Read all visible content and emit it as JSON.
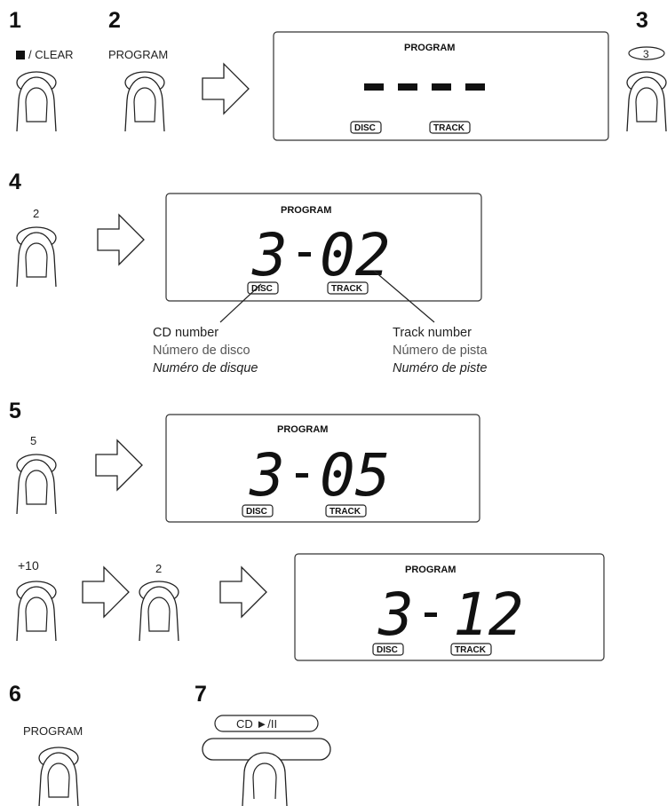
{
  "steps": {
    "s1": "1",
    "s2": "2",
    "s3": "3",
    "s4": "4",
    "s5": "5",
    "s6": "6",
    "s7": "7"
  },
  "buttons": {
    "clear_label": "/ CLEAR",
    "program_label": "PROGRAM",
    "key_3": "3",
    "key_2": "2",
    "key_5": "5",
    "key_plus10": "+10",
    "key_2b": "2",
    "program_label_6": "PROGRAM",
    "cd_play_label": "CD ►/II"
  },
  "displays": [
    {
      "title": "PROGRAM",
      "disc_digit": "-",
      "sep": "-",
      "track": "- -",
      "disc_label": "DISC",
      "track_label": "TRACK"
    },
    {
      "title": "PROGRAM",
      "disc_digit": "3",
      "sep": "-",
      "track": "02",
      "disc_label": "DISC",
      "track_label": "TRACK"
    },
    {
      "title": "PROGRAM",
      "disc_digit": "3",
      "sep": "-",
      "track": "05",
      "disc_label": "DISC",
      "track_label": "TRACK"
    },
    {
      "title": "PROGRAM",
      "disc_digit": "3",
      "sep": "-",
      "track": "12",
      "disc_label": "DISC",
      "track_label": "TRACK"
    }
  ],
  "captions": {
    "cd_number": {
      "en": "CD number",
      "es": "Número de disco",
      "fr": "Numéro de disque"
    },
    "track_number": {
      "en": "Track number",
      "es": "Número de pista",
      "fr": "Numéro de piste"
    }
  },
  "icons": {
    "stop": "stop-icon",
    "arrow": "right-arrow-icon",
    "finger": "finger-press-icon"
  }
}
